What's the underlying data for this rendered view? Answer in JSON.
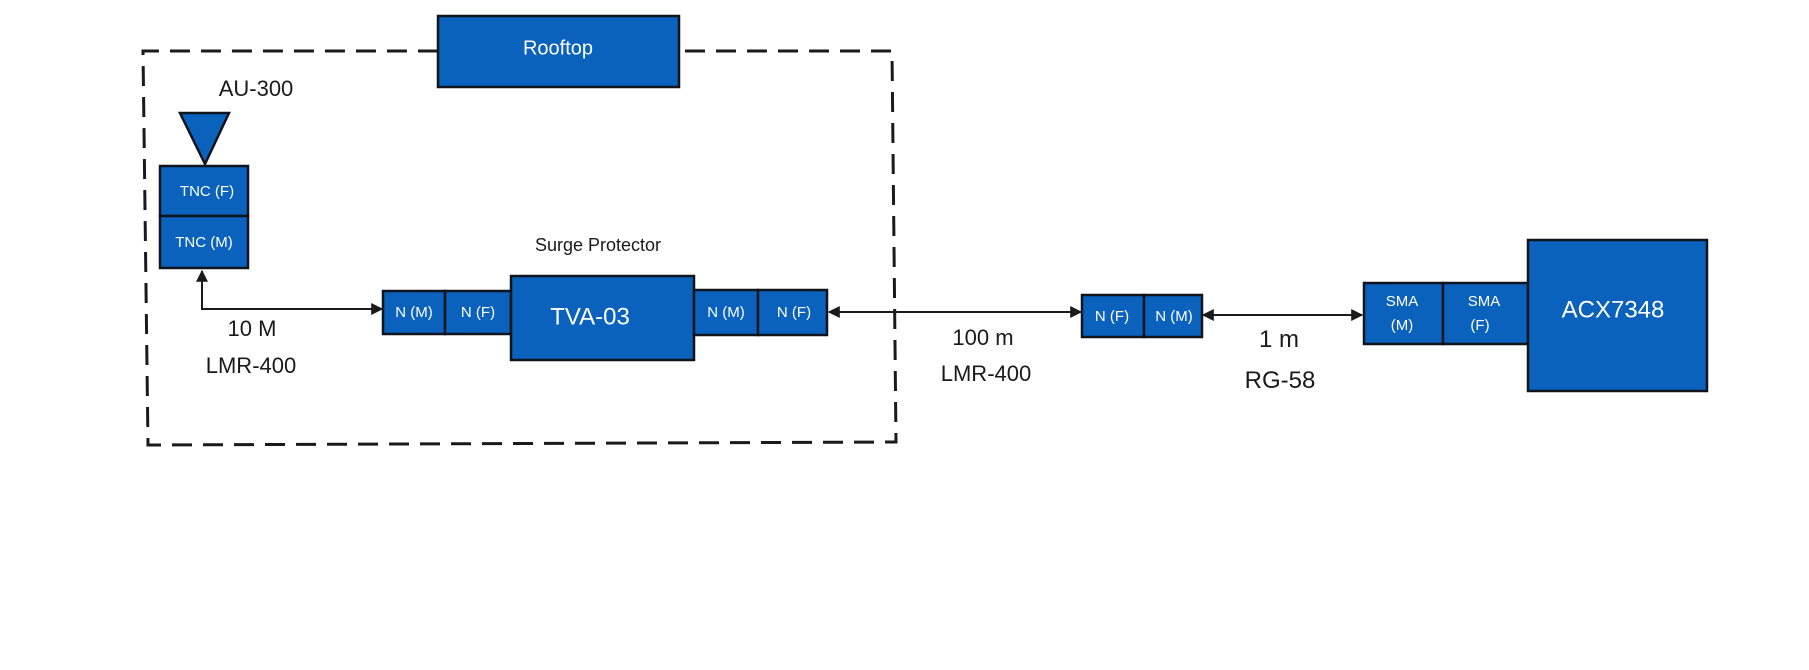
{
  "zone": {
    "label": "Rooftop"
  },
  "antenna": {
    "label": "AU-300",
    "connectors": [
      "TNC (F)",
      "TNC (M)"
    ]
  },
  "cable_1": {
    "length": "10 M",
    "type": "LMR-400"
  },
  "surge_protector": {
    "caption": "Surge Protector",
    "model": "TVA-03",
    "input_connectors": [
      "N (M)",
      "N (F)"
    ],
    "output_connectors": [
      "N (M)",
      "N (F)"
    ]
  },
  "cable_2": {
    "length": "100 m",
    "type": "LMR-400"
  },
  "adapter": {
    "connectors": [
      "N (F)",
      "N (M)"
    ]
  },
  "cable_3": {
    "length": "1 m",
    "type": "RG-58"
  },
  "receiver": {
    "model": "ACX7348",
    "connectors": [
      {
        "line1": "SMA",
        "line2": "(M)"
      },
      {
        "line1": "SMA",
        "line2": "(F)"
      }
    ]
  },
  "colors": {
    "box_fill": "#0a62bd",
    "box_outline": "#10141c",
    "line": "#1a1a1a"
  }
}
